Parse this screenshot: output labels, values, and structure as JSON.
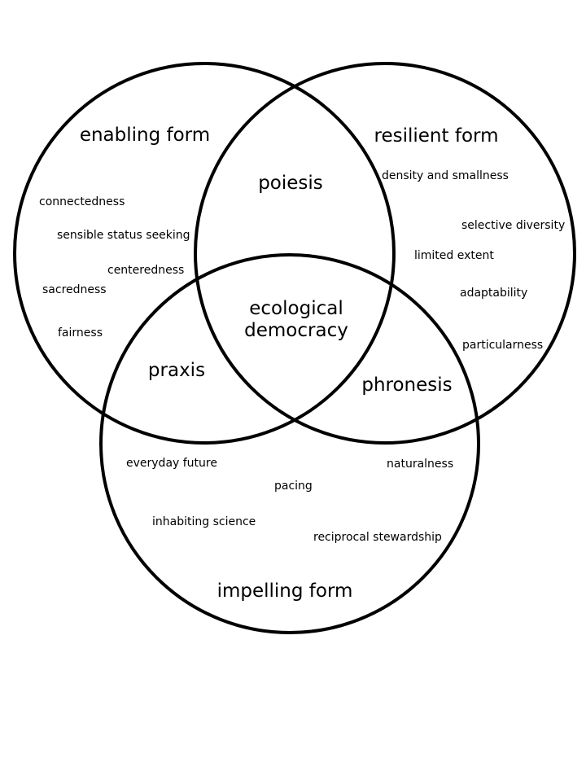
{
  "circles": {
    "enabling": {
      "title": "enabling form",
      "items": [
        "connectedness",
        "sensible status seeking",
        "centeredness",
        "sacredness",
        "fairness"
      ]
    },
    "resilient": {
      "title": "resilient form",
      "items": [
        "density and smallness",
        "selective diversity",
        "limited extent",
        "adaptability",
        "particularness"
      ]
    },
    "impelling": {
      "title": "impelling form",
      "items": [
        "everyday future",
        "naturalness",
        "pacing",
        "inhabiting science",
        "reciprocal stewardship"
      ]
    }
  },
  "intersections": {
    "enabling_resilient": "poiesis",
    "enabling_impelling": "praxis",
    "resilient_impelling": "phronesis",
    "center": [
      "ecological",
      "democracy"
    ]
  }
}
